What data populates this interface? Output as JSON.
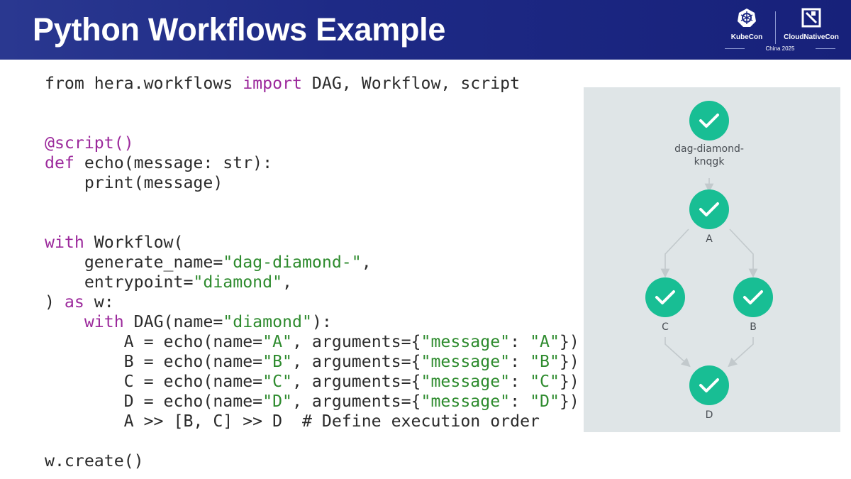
{
  "header": {
    "title": "Python Workflows Example",
    "logo_kubecon": "KubeCon",
    "logo_cncf": "CloudNativeCon",
    "logo_event": "China 2025"
  },
  "code": {
    "lines": [
      [
        {
          "t": "from hera.workflows "
        },
        {
          "t": "import",
          "c": "kw"
        },
        {
          "t": " DAG, Workflow, script"
        }
      ],
      [],
      [],
      [
        {
          "t": "@script()",
          "c": "kw"
        }
      ],
      [
        {
          "t": "def",
          "c": "kw"
        },
        {
          "t": " echo(message: str):"
        }
      ],
      [
        {
          "t": "    print(message)"
        }
      ],
      [],
      [],
      [
        {
          "t": "with",
          "c": "kw"
        },
        {
          "t": " Workflow("
        }
      ],
      [
        {
          "t": "    generate_name="
        },
        {
          "t": "\"dag-diamond-\"",
          "c": "str"
        },
        {
          "t": ","
        }
      ],
      [
        {
          "t": "    entrypoint="
        },
        {
          "t": "\"diamond\"",
          "c": "str"
        },
        {
          "t": ","
        }
      ],
      [
        {
          "t": ") "
        },
        {
          "t": "as",
          "c": "kw"
        },
        {
          "t": " w:"
        }
      ],
      [
        {
          "t": "    "
        },
        {
          "t": "with",
          "c": "kw"
        },
        {
          "t": " DAG(name="
        },
        {
          "t": "\"diamond\"",
          "c": "str"
        },
        {
          "t": "):"
        }
      ],
      [
        {
          "t": "        A = echo(name="
        },
        {
          "t": "\"A\"",
          "c": "str"
        },
        {
          "t": ", arguments={"
        },
        {
          "t": "\"message\"",
          "c": "str"
        },
        {
          "t": ": "
        },
        {
          "t": "\"A\"",
          "c": "str"
        },
        {
          "t": "})"
        }
      ],
      [
        {
          "t": "        B = echo(name="
        },
        {
          "t": "\"B\"",
          "c": "str"
        },
        {
          "t": ", arguments={"
        },
        {
          "t": "\"message\"",
          "c": "str"
        },
        {
          "t": ": "
        },
        {
          "t": "\"B\"",
          "c": "str"
        },
        {
          "t": "})"
        }
      ],
      [
        {
          "t": "        C = echo(name="
        },
        {
          "t": "\"C\"",
          "c": "str"
        },
        {
          "t": ", arguments={"
        },
        {
          "t": "\"message\"",
          "c": "str"
        },
        {
          "t": ": "
        },
        {
          "t": "\"C\"",
          "c": "str"
        },
        {
          "t": "})"
        }
      ],
      [
        {
          "t": "        D = echo(name="
        },
        {
          "t": "\"D\"",
          "c": "str"
        },
        {
          "t": ", arguments={"
        },
        {
          "t": "\"message\"",
          "c": "str"
        },
        {
          "t": ": "
        },
        {
          "t": "\"D\"",
          "c": "str"
        },
        {
          "t": "})"
        }
      ],
      [
        {
          "t": "        A >> [B, C] >> D  # Define execution order"
        }
      ],
      [],
      [
        {
          "t": "w.create()"
        }
      ]
    ]
  },
  "dag": {
    "root_label_line1": "dag-diamond-",
    "root_label_line2": "knqgk",
    "node_a": "A",
    "node_b": "B",
    "node_c": "C",
    "node_d": "D",
    "node_color": "#18be94",
    "edge_color": "#c2c9cc",
    "status_icon": "check-icon"
  }
}
